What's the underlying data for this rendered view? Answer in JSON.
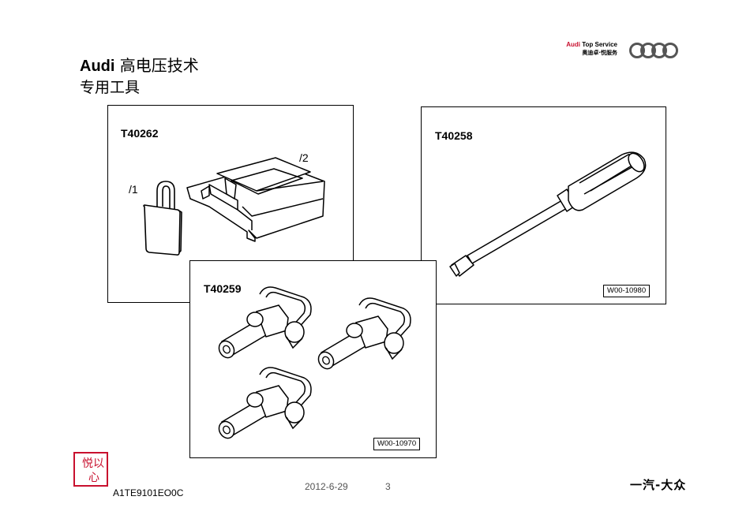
{
  "header": {
    "title_brand": "Audi",
    "title_rest": "高电压技术",
    "subtitle": "专用工具",
    "service_line1_prefix": "Audi",
    "service_line1_rest": "Top Service",
    "service_line2": "奥迪卓·悦服务",
    "brand_color": "#c8102e"
  },
  "panels": [
    {
      "tool_id": "T40262",
      "part_labels": [
        "/1",
        "/2"
      ],
      "ref": ""
    },
    {
      "tool_id": "T40258",
      "ref": "W00-10980"
    },
    {
      "tool_id": "T40259",
      "ref": "W00-10970"
    }
  ],
  "footer": {
    "doc_code": "A1TE9101EO0C",
    "date": "2012-6-29",
    "page": "3",
    "faw_logo_text": "一汽-大众",
    "stamp_text": "悦以心"
  },
  "icons": [
    "audi-rings-logo",
    "seal-stamp",
    "padlock",
    "lock-bracket",
    "screwdriver-tool",
    "shackle-plug"
  ]
}
